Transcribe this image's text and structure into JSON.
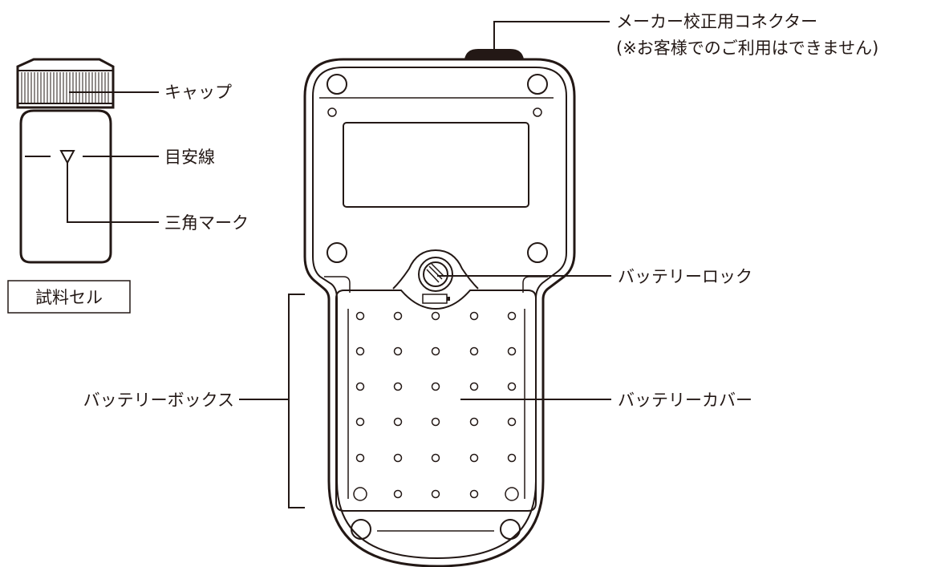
{
  "labels": {
    "connector_line1": "メーカー校正用コネクター",
    "connector_line2": "(※お客様でのご利用はできません)",
    "cap": "キャップ",
    "guide_line": "目安線",
    "triangle_mark": "三角マーク",
    "sample_cell": "試料セル",
    "battery_lock": "バッテリーロック",
    "battery_box": "バッテリーボックス",
    "battery_cover": "バッテリーカバー"
  },
  "colors": {
    "line": "#231815",
    "background": "#ffffff"
  }
}
